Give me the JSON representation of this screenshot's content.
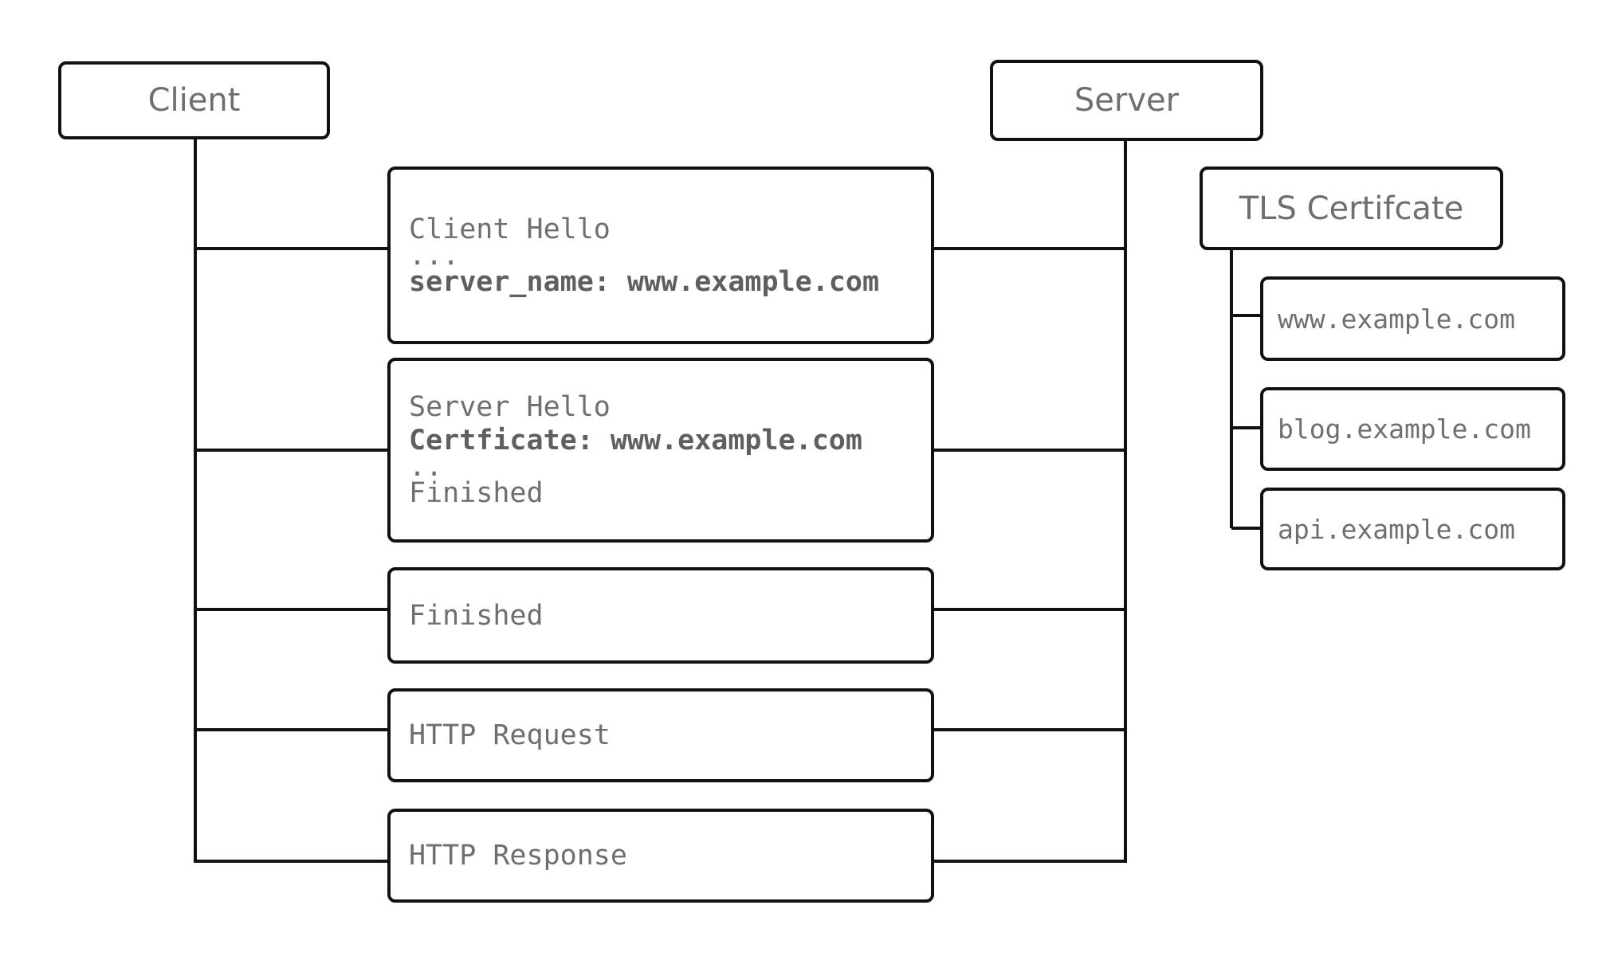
{
  "actors": {
    "client": "Client",
    "server": "Server"
  },
  "messages": {
    "client_hello": {
      "line1": "Client Hello",
      "line2": "...",
      "line3": "server_name: www.example.com"
    },
    "server_hello": {
      "line1": "Server Hello",
      "line2": "Certficate: www.example.com",
      "line3": "..",
      "line4": "Finished"
    },
    "finished": {
      "line1": "Finished"
    },
    "http_request": {
      "line1": "HTTP Request"
    },
    "http_response": {
      "line1": "HTTP Response"
    }
  },
  "certificate": {
    "title": "TLS Certifcate",
    "domains": [
      "www.example.com",
      "blog.example.com",
      "api.example.com"
    ]
  },
  "colors": {
    "stroke": "#111111",
    "text": "#6f6f6f",
    "background": "#ffffff"
  }
}
